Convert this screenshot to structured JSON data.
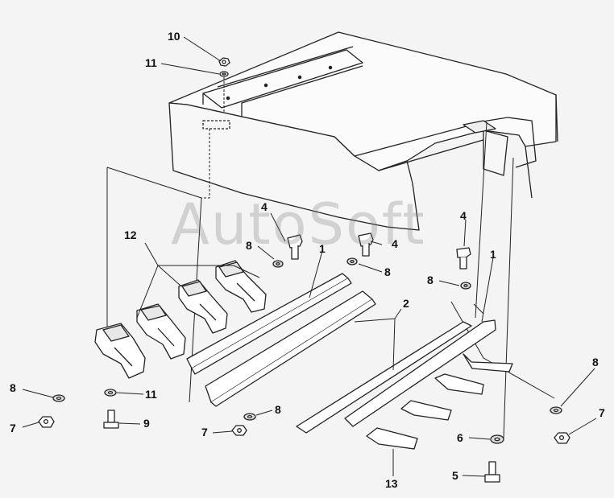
{
  "watermark": "AutoSoft",
  "callouts": {
    "c10": "10",
    "c11_top": "11",
    "c4_left": "4",
    "c8_a": "8",
    "c1_mid": "1",
    "c4_mid": "4",
    "c8_b": "8",
    "c4_right": "4",
    "c1_right": "1",
    "c8_c": "8",
    "c12": "12",
    "c2": "2",
    "c8_left": "8",
    "c11_bot": "11",
    "c7_left": "7",
    "c9": "9",
    "c8_d": "8",
    "c7_mid": "7",
    "c8_right": "8",
    "c7_right": "7",
    "c6": "6",
    "c5": "5",
    "c13": "13"
  }
}
